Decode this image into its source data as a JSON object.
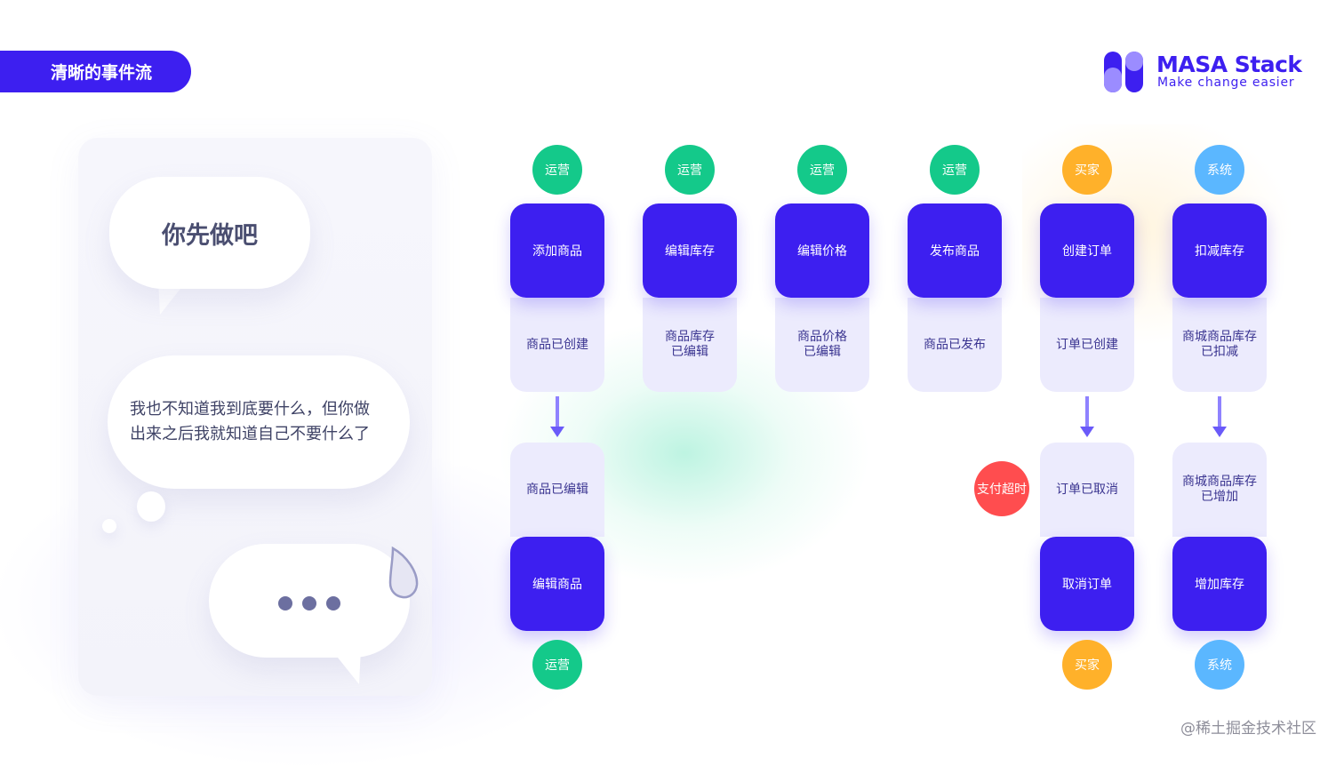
{
  "header": {
    "title": "清晰的事件流"
  },
  "logo": {
    "name": "MASA Stack",
    "tagline": "Make change easier",
    "color": "#3d1ff0"
  },
  "chat": {
    "bubble1": "你先做吧",
    "bubble2_line1": "我也不知道我到底要什么，但你做",
    "bubble2_line2": "出来之后我就知道自己不要什么了"
  },
  "flow": {
    "columns": [
      {
        "role": "运营",
        "command": "添加商品",
        "event": "商品已创建",
        "next_event": "商品已编辑",
        "next_command": "编辑商品",
        "next_role": "运营"
      },
      {
        "role": "运营",
        "command": "编辑库存",
        "event_line1": "商品库存",
        "event_line2": "已编辑"
      },
      {
        "role": "运营",
        "command": "编辑价格",
        "event_line1": "商品价格",
        "event_line2": "已编辑"
      },
      {
        "role": "运营",
        "command": "发布商品",
        "event": "商品已发布"
      },
      {
        "role": "买家",
        "command": "创建订单",
        "event": "订单已创建",
        "trigger": "支付超时",
        "next_event": "订单已取消",
        "next_command": "取消订单",
        "next_role": "买家"
      },
      {
        "role": "系统",
        "command": "扣减库存",
        "event_line1": "商城商品库存",
        "event_line2": "已扣减",
        "next_event_line1": "商城商品库存",
        "next_event_line2": "已增加",
        "next_command": "增加库存",
        "next_role": "系统"
      }
    ]
  },
  "colors": {
    "command": "#3d1ff0",
    "event": "#ecebfd",
    "operator": "#14c98a",
    "buyer": "#ffb12a",
    "system": "#5bb7ff",
    "timeout": "#ff4d4f"
  },
  "watermark": "@稀土掘金技术社区"
}
